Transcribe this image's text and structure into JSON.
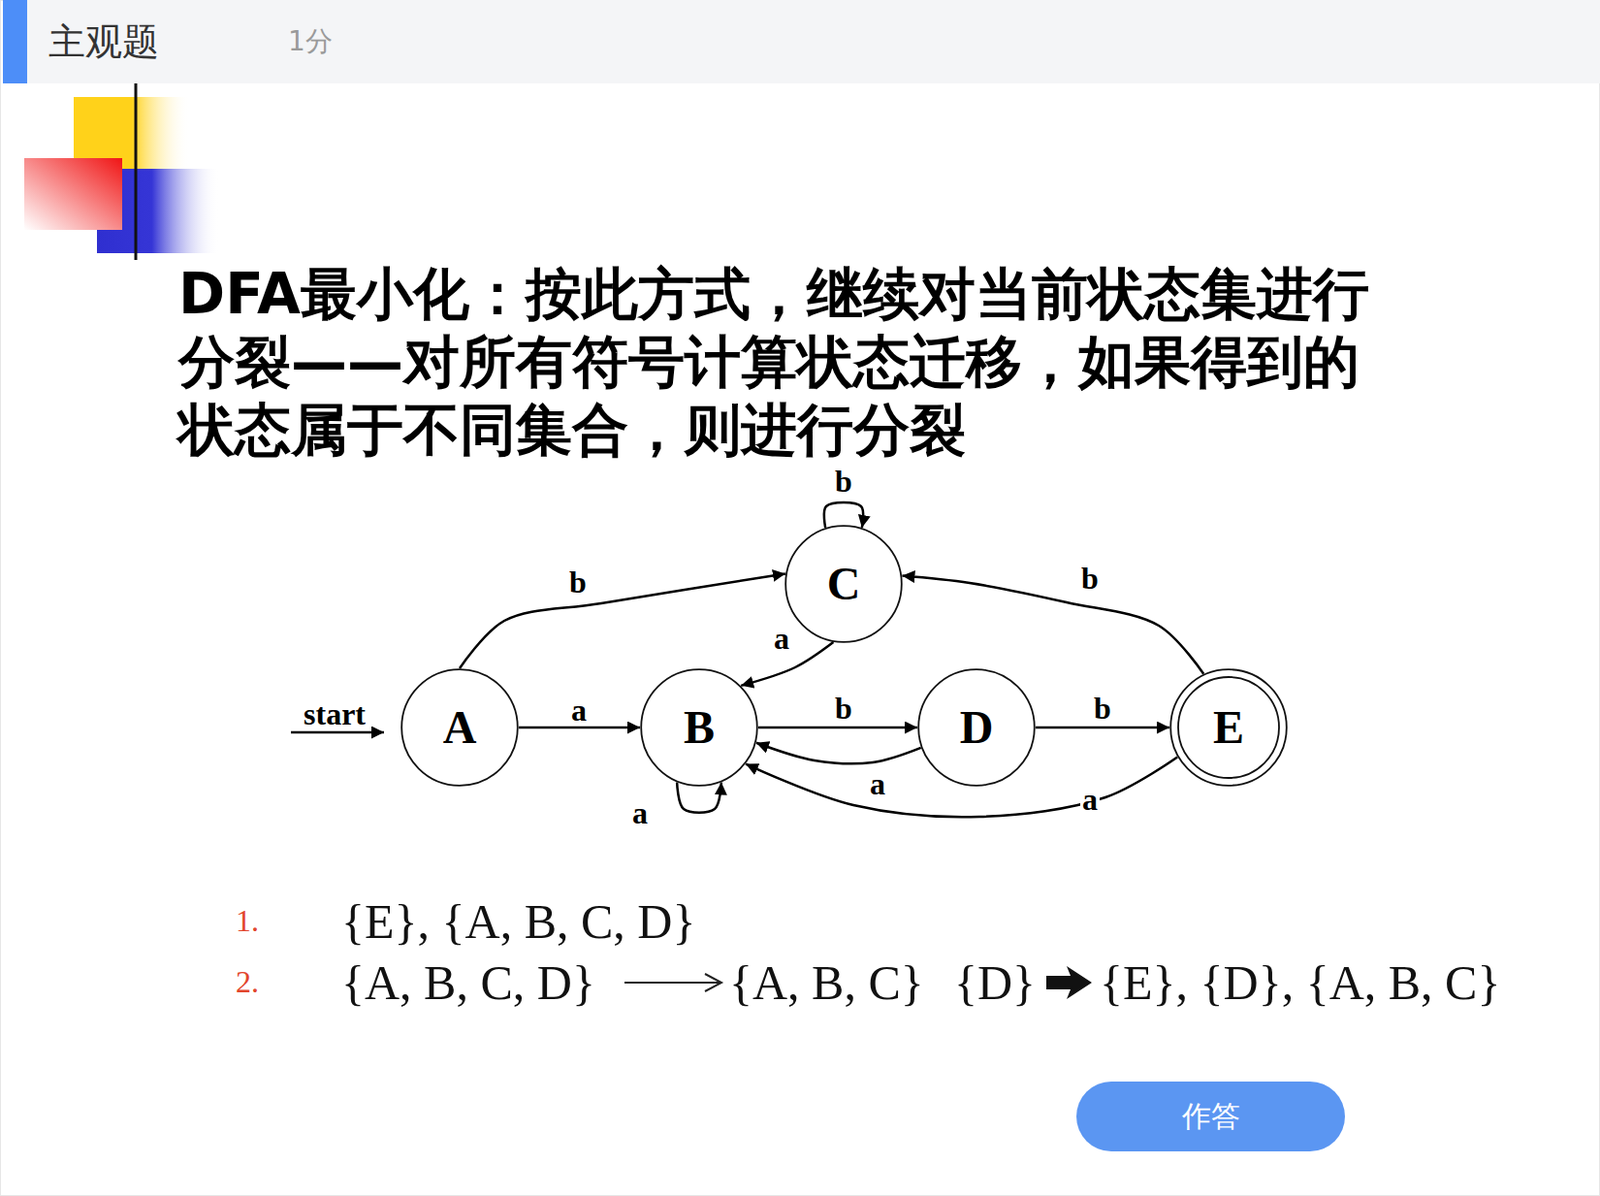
{
  "diagram": {
    "title": "DFA最小化：按此方式，继续对当前状态集进行分裂——对所有符号计算状态迁移，如果得到的状态属于不同集合，则进行分裂",
    "nodes": [
      {
        "text": [
          "主观题",
          "1分"
        ]
      },
      {
        "text": [
          "C"
        ]
      },
      {
        "text": [
          "A"
        ]
      },
      {
        "text": [
          "B"
        ]
      },
      {
        "text": [
          "D"
        ]
      },
      {
        "text": [
          "E"
        ]
      },
      {
        "text": [
          "作答"
        ]
      }
    ],
    "edges": [
      {
        "from": 2,
        "to": 3,
        "arrow": "to",
        "label": "a"
      },
      {
        "from": 2,
        "to": 1,
        "arrow": "to",
        "label": "b"
      },
      {
        "from": 1,
        "to": 1,
        "arrow": "to",
        "label": "b"
      },
      {
        "from": 1,
        "to": 3,
        "arrow": "to",
        "label": "a"
      },
      {
        "from": 3,
        "to": 3,
        "arrow": "to",
        "label": "a"
      },
      {
        "from": 3,
        "to": 4,
        "arrow": "to",
        "label": "b"
      },
      {
        "from": 4,
        "to": 3,
        "arrow": "to",
        "label": "a"
      },
      {
        "from": 4,
        "to": 5,
        "arrow": "to",
        "label": "b"
      },
      {
        "from": 5,
        "to": 1,
        "arrow": "to",
        "label": "b"
      },
      {
        "from": 5,
        "to": 3,
        "arrow": "to",
        "label": "a"
      }
    ],
    "labels": [
      "start",
      "1.",
      "{E}, {A, B, C, D}",
      "2.",
      "{A, B, C, D}",
      "{A, B, C}",
      "{D}",
      "{E}, {D}, {A, B, C}"
    ]
  }
}
